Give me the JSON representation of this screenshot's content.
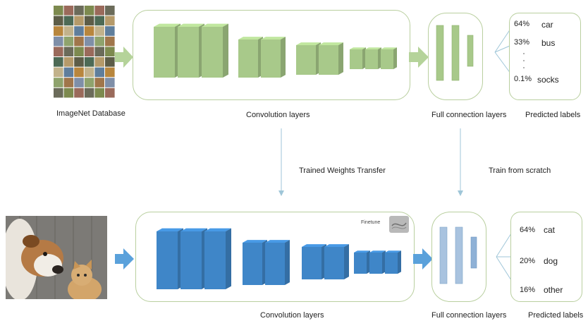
{
  "top": {
    "source_label": "ImageNet Database",
    "conv_label": "Convolution layers",
    "fc_label": "Full connection layers",
    "pred_label": "Predicted labels",
    "predictions": [
      {
        "pct": "64%",
        "name": "car"
      },
      {
        "pct": "33%",
        "name": "bus"
      },
      {
        "pct": "0.1%",
        "name": "socks"
      }
    ],
    "colors": {
      "block": "#a8c98a",
      "border": "#b9cf9f",
      "arrow": "#b5d39a"
    }
  },
  "transfer": {
    "weights_label": "Trained Weights Transfer",
    "scratch_label": "Train from scratch"
  },
  "bottom": {
    "conv_label": "Convolution layers",
    "fc_label": "Full connection layers",
    "pred_label": "Predicted labels",
    "finetune_label": "Finetune",
    "predictions": [
      {
        "pct": "64%",
        "name": "cat"
      },
      {
        "pct": "20%",
        "name": "dog"
      },
      {
        "pct": "16%",
        "name": "other"
      }
    ],
    "colors": {
      "block": "#3f86c8",
      "border": "#b9cf9f",
      "arrow": "#5aa1db"
    }
  }
}
